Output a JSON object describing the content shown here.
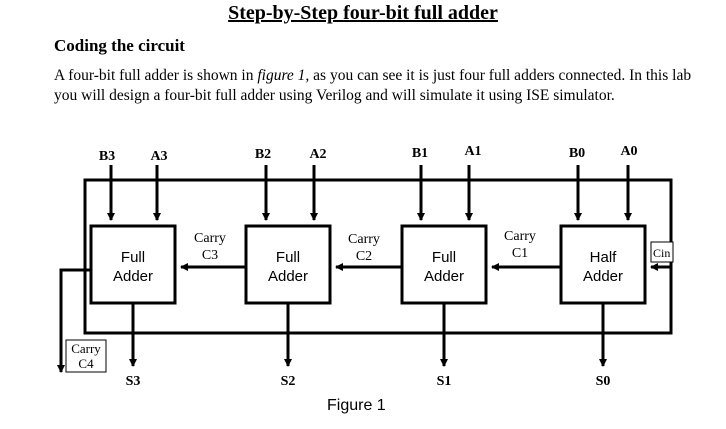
{
  "document": {
    "title": "Step-by-Step four-bit full adder",
    "heading": "Coding the circuit",
    "paragraph_part1": "A four-bit full adder is shown in ",
    "paragraph_figref": "figure 1,",
    "paragraph_part2": " as you can see it is just four full adders connected. In this lab you will design a four-bit full adder using Verilog and will simulate it using ISE simulator.",
    "caption": "Figure 1"
  },
  "diagram": {
    "inputs": [
      "B3",
      "A3",
      "B2",
      "A2",
      "B1",
      "A1",
      "B0",
      "A0"
    ],
    "blocks": [
      {
        "line1": "Full",
        "line2": "Adder"
      },
      {
        "line1": "Full",
        "line2": "Adder"
      },
      {
        "line1": "Full",
        "line2": "Adder"
      },
      {
        "line1": "Half",
        "line2": "Adder"
      }
    ],
    "carries": [
      {
        "line1": "Carry",
        "line2": "C3"
      },
      {
        "line1": "Carry",
        "line2": "C2"
      },
      {
        "line1": "Carry",
        "line2": "C1"
      }
    ],
    "carry_in": "Cin",
    "carry_out": {
      "line1": "Carry",
      "line2": "C4"
    },
    "outputs": [
      "S3",
      "S2",
      "S1",
      "S0"
    ]
  }
}
